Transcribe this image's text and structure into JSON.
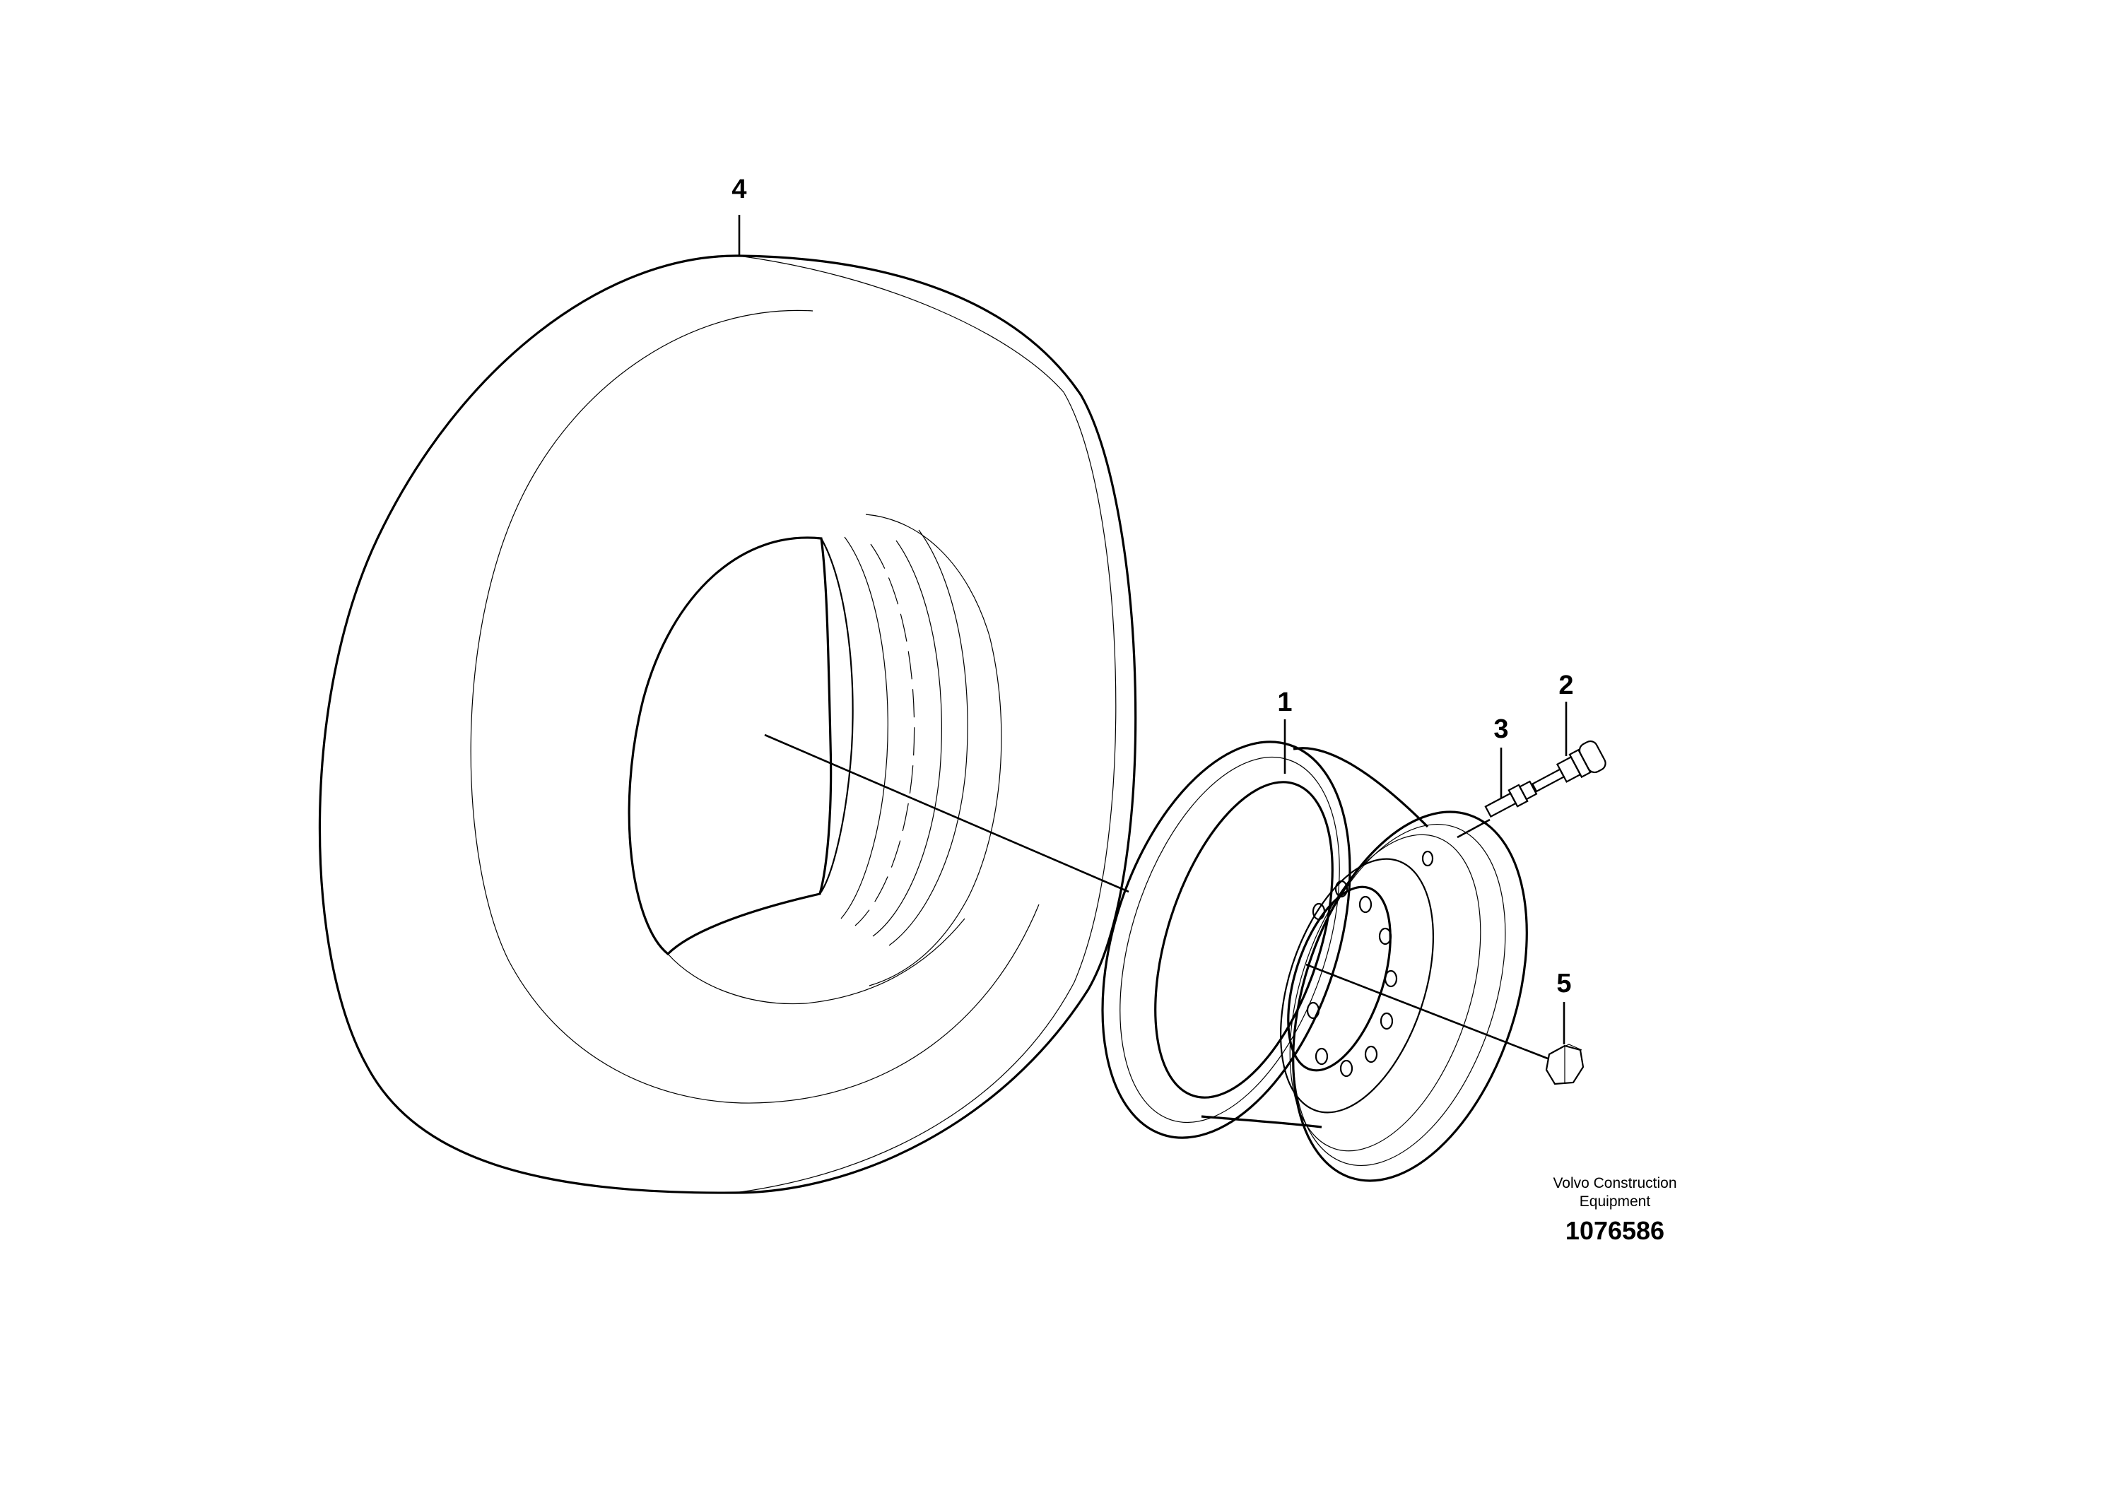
{
  "callouts": {
    "rim": "1",
    "valve_cap": "2",
    "valve": "3",
    "tyre": "4",
    "wheel_nut": "5"
  },
  "credit": {
    "line1": "Volvo Construction",
    "line2": "Equipment"
  },
  "reference_number": "1076586",
  "colors": {
    "line": "#000000",
    "background": "#ffffff"
  }
}
